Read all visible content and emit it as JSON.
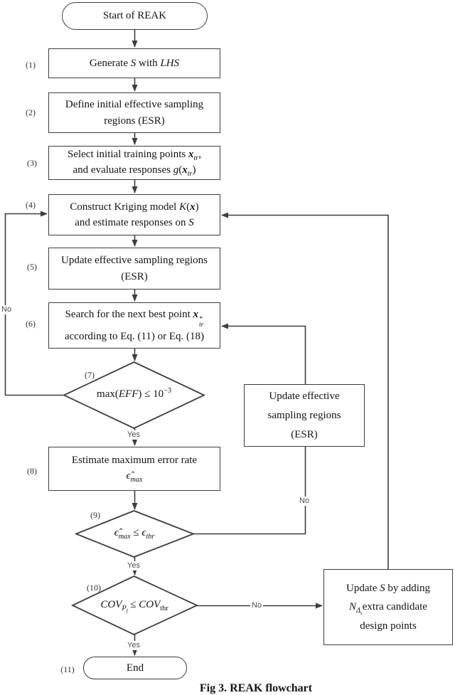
{
  "caption": "Fig 3. REAK flowchart",
  "branch_labels": {
    "yes": "Yes",
    "no": "No"
  },
  "step_labels": {
    "s1": "(1)",
    "s2": "(2)",
    "s3": "(3)",
    "s4": "(4)",
    "s5": "(5)",
    "s6": "(6)",
    "s7": "(7)",
    "s8": "(8)",
    "s9": "(9)",
    "s10": "(10)",
    "s11": "(11)"
  },
  "nodes": {
    "start": {
      "label": "Start of REAK"
    },
    "n1": {
      "t1": "Generate ",
      "t2": "S",
      "t3": " with ",
      "t4": "LHS"
    },
    "n2": {
      "l1": "Define initial effective sampling",
      "l2": "regions (ESR)"
    },
    "n3": {
      "l1a": "Select initial training points ",
      "l1x": "x",
      "l1sub": "tr",
      "l1b": ",",
      "l2a": "and evaluate responses  ",
      "l2g": "g",
      "l2b": "(",
      "l2x": "x",
      "l2sub": "tr",
      "l2c": ")"
    },
    "n4": {
      "l1a": "Construct Kriging model ",
      "l1k": "K",
      "l1b": "(",
      "l1x": "x",
      "l1c": ")",
      "l2a": "and estimate responses on ",
      "l2s": "S"
    },
    "n5": {
      "l1": "Update effective sampling regions",
      "l2": "(ESR)"
    },
    "n6": {
      "l1a": "Search for the next best point ",
      "l1x": "x",
      "l1sup": "*",
      "l1sub": "tr",
      "l2": "according to Eq. (11) or Eq. (18)"
    },
    "d7": {
      "a": "max(",
      "b": "EFF",
      "c": ") ≤ 10",
      "sup": "−3"
    },
    "n8": {
      "l1": "Estimate maximum error rate",
      "eps": "ϵ̂",
      "sub": "max"
    },
    "d9": {
      "e1": "ϵ̂",
      "s1": "max",
      "rel": " ≤ ",
      "e2": "ϵ",
      "s2": "thr"
    },
    "d10": {
      "c1": "COV",
      "p": "P",
      "f": "f",
      "rel": " ≤ ",
      "c2": "COV",
      "thr": "thr"
    },
    "esr_right": {
      "l1": "Update effective",
      "l2": "sampling regions",
      "l3": "(ESR)"
    },
    "update_s": {
      "l1a": "Update ",
      "l1s": "S",
      "l1b": " by adding",
      "l2n": "N",
      "l2d": "Δ",
      "l2ds": "s",
      "l2b": "extra candidate",
      "l3": "design points"
    },
    "end": {
      "label": "End"
    }
  }
}
